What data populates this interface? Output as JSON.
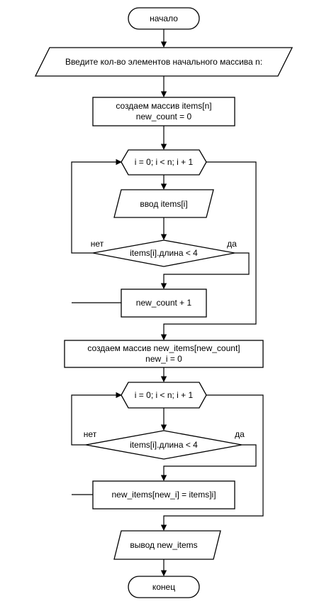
{
  "flowchart": {
    "start": "начало",
    "input_count": "Введите кол-во элементов начального массива n:",
    "create_items": {
      "line1": "создаем массив items[n]",
      "line2": "new_count = 0"
    },
    "loop1": "i = 0; i < n; i + 1",
    "input_item": "ввод items[i]",
    "cond1": {
      "text": "items[i].длина < 4",
      "no": "нет",
      "yes": "да"
    },
    "inc_count": "new_count + 1",
    "create_new": {
      "line1": "создаем массив new_items[new_count]",
      "line2": "new_i = 0"
    },
    "loop2": "i = 0; i < n; i + 1",
    "cond2": {
      "text": "items[i].длина < 4",
      "no": "нет",
      "yes": "да"
    },
    "assign": "new_items[new_i] = items]i]",
    "output": "вывод new_items",
    "end": "конец"
  }
}
